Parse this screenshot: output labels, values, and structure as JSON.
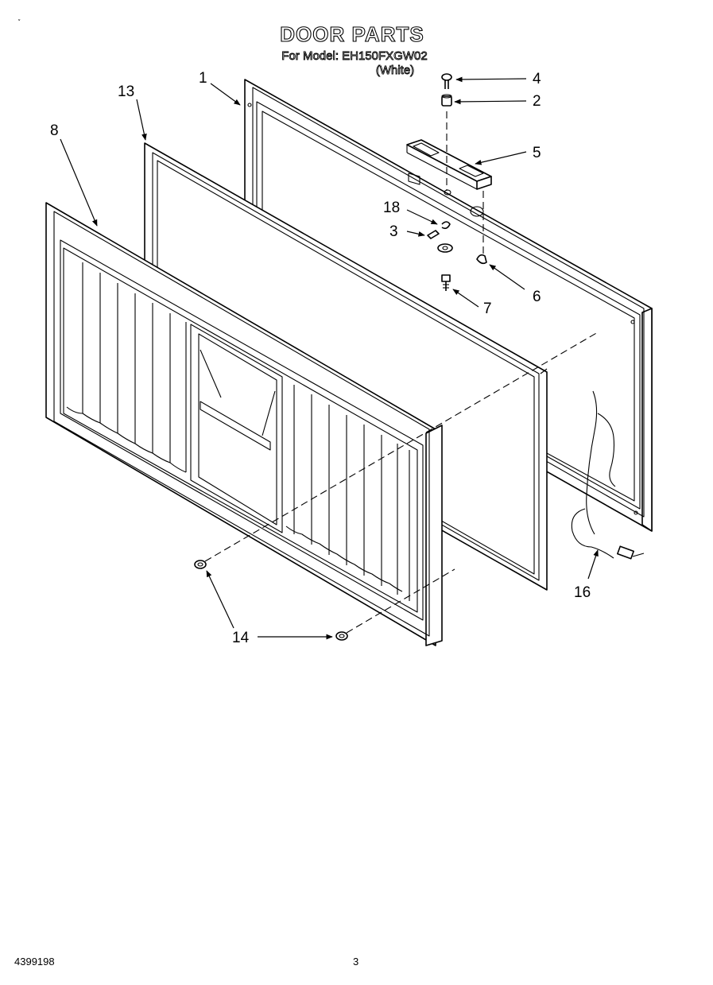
{
  "header": {
    "title": "DOOR PARTS",
    "model_line": "For Model: EH150FXGW02",
    "color_line": "(White)"
  },
  "callouts": [
    {
      "id": "1",
      "label": "1"
    },
    {
      "id": "2",
      "label": "2"
    },
    {
      "id": "3",
      "label": "3"
    },
    {
      "id": "4",
      "label": "4"
    },
    {
      "id": "5",
      "label": "5"
    },
    {
      "id": "6",
      "label": "6"
    },
    {
      "id": "7",
      "label": "7"
    },
    {
      "id": "8",
      "label": "8"
    },
    {
      "id": "13",
      "label": "13"
    },
    {
      "id": "14",
      "label": "14"
    },
    {
      "id": "16",
      "label": "16"
    },
    {
      "id": "18",
      "label": "18"
    }
  ],
  "footer": {
    "doc_number": "4399198",
    "page_number": "3"
  },
  "colors": {
    "ink": "#000000",
    "paper": "#ffffff"
  }
}
